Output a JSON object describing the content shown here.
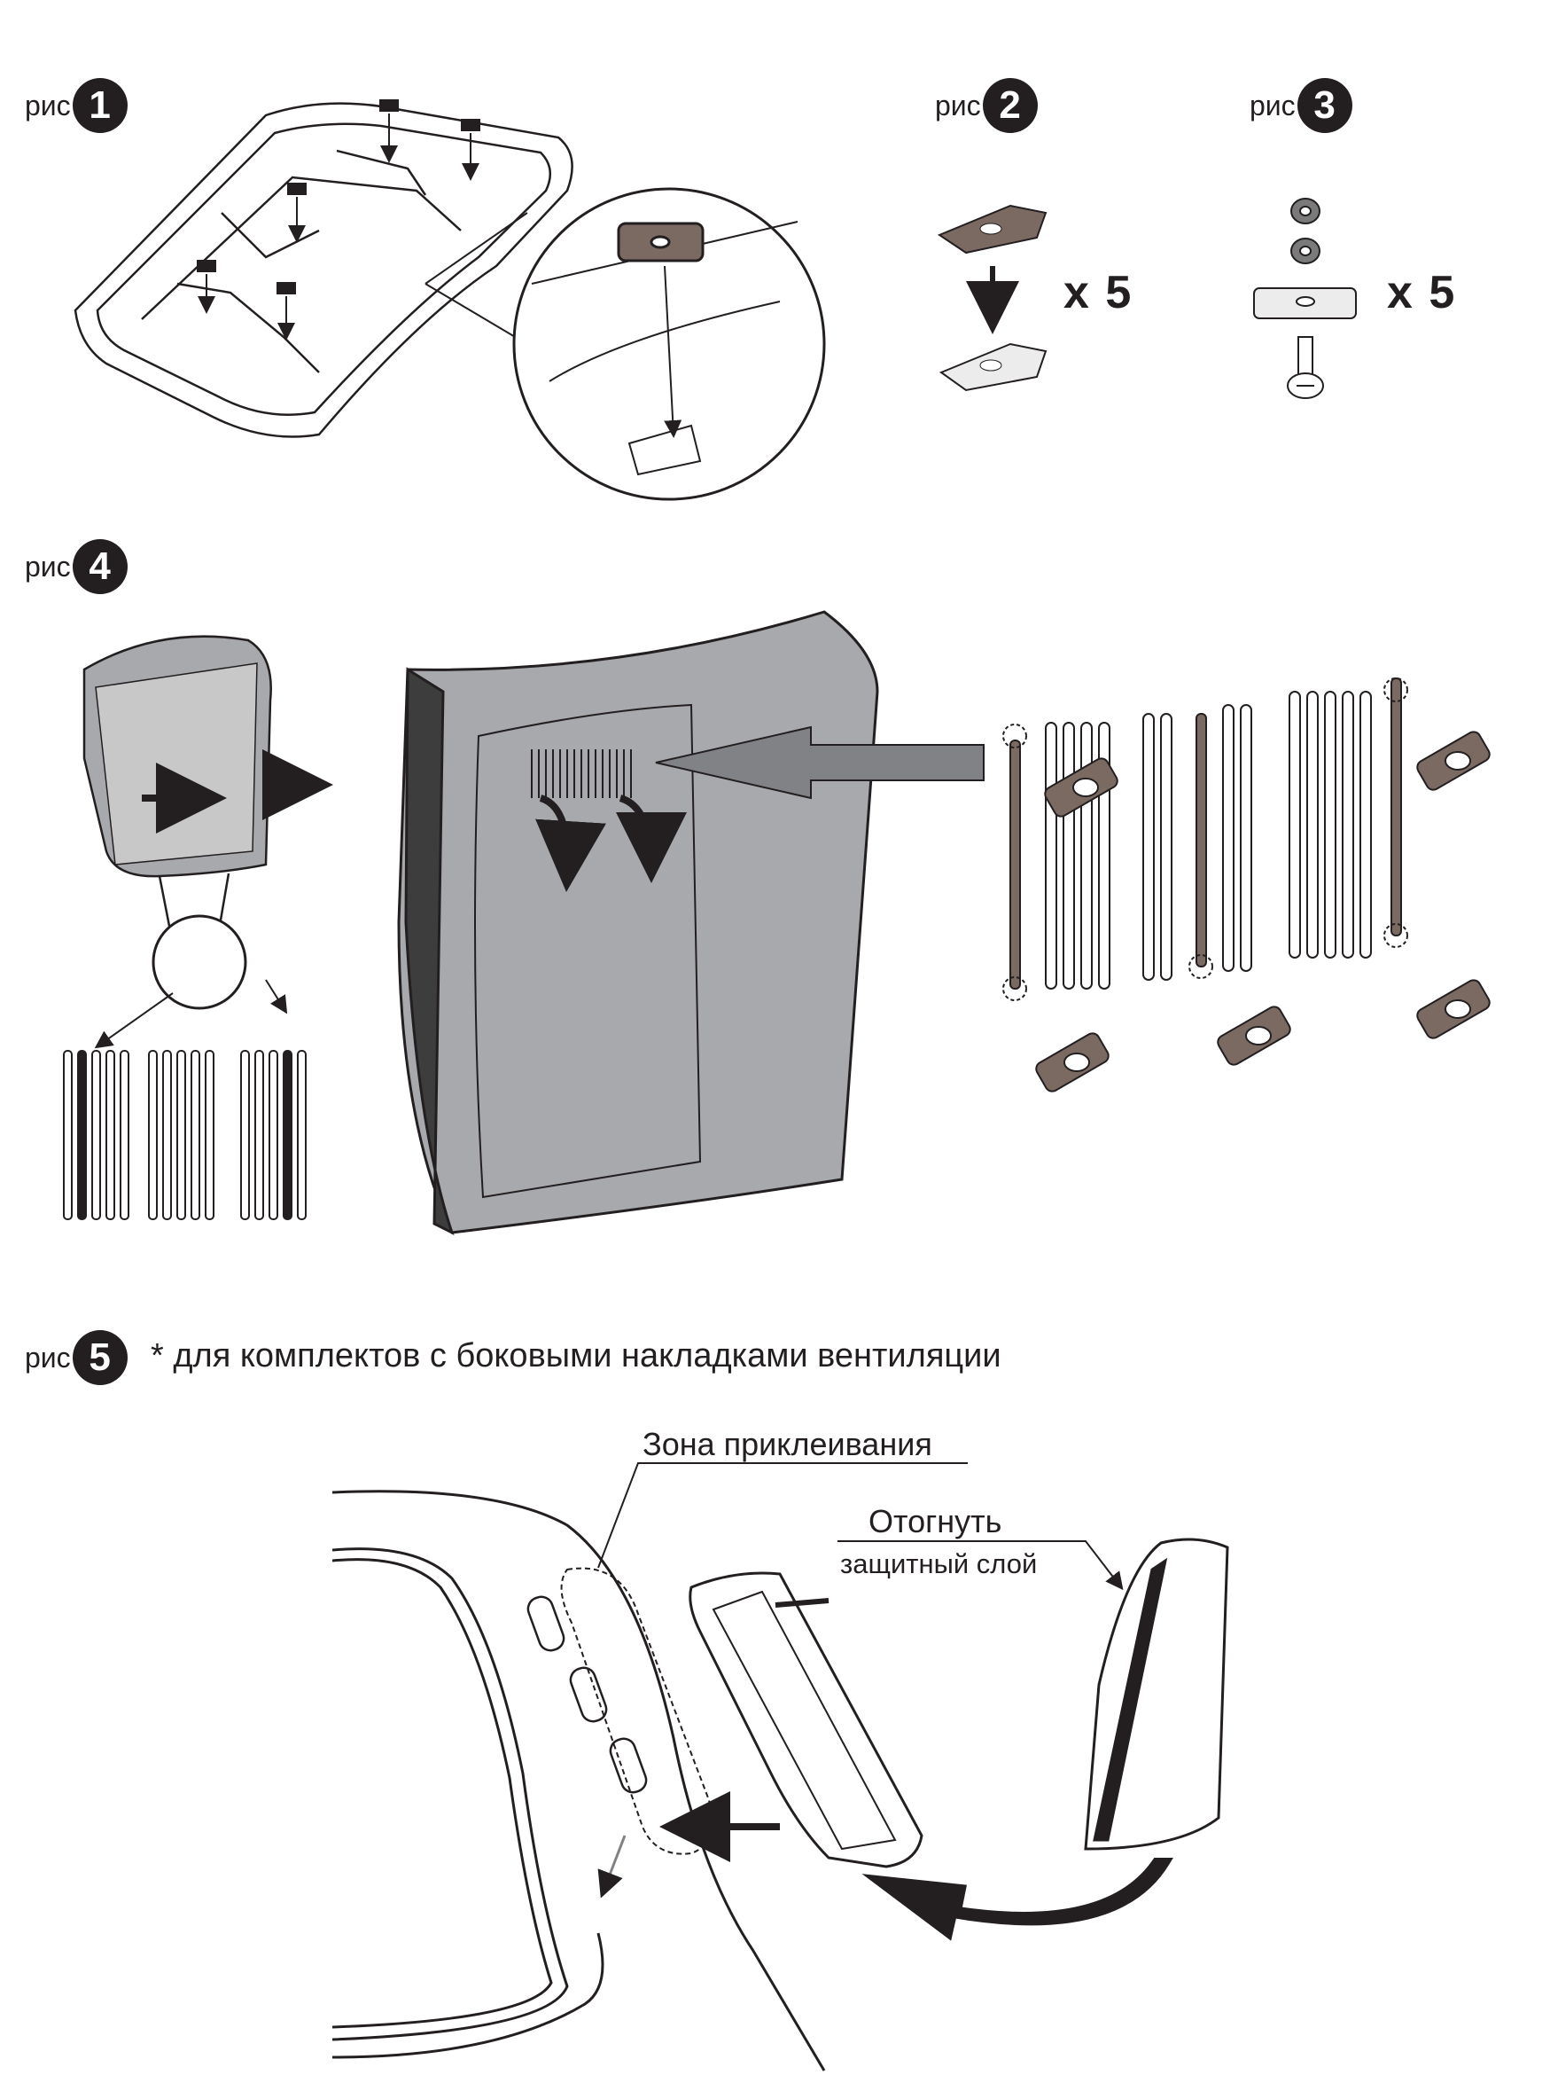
{
  "figures": [
    {
      "id": "1",
      "prefix": "рис"
    },
    {
      "id": "2",
      "prefix": "рис"
    },
    {
      "id": "3",
      "prefix": "рис"
    },
    {
      "id": "4",
      "prefix": "рис"
    },
    {
      "id": "5",
      "prefix": "рис"
    }
  ],
  "fig2_quantity": "x 5",
  "fig3_quantity": "x 5",
  "fig5_note": "* для комплектов с боковыми накладками вентиляции",
  "callouts": {
    "glue_zone": "Зона приклеивания",
    "peel_line1": "Отогнуть",
    "peel_line2": "защитный слой"
  },
  "colors": {
    "ink": "#231f20",
    "pad_brown": "#7a6a62",
    "hood_gray": "#a7a9ac",
    "hood_dark": "#3d3d3d",
    "arrow_gray": "#808285"
  }
}
